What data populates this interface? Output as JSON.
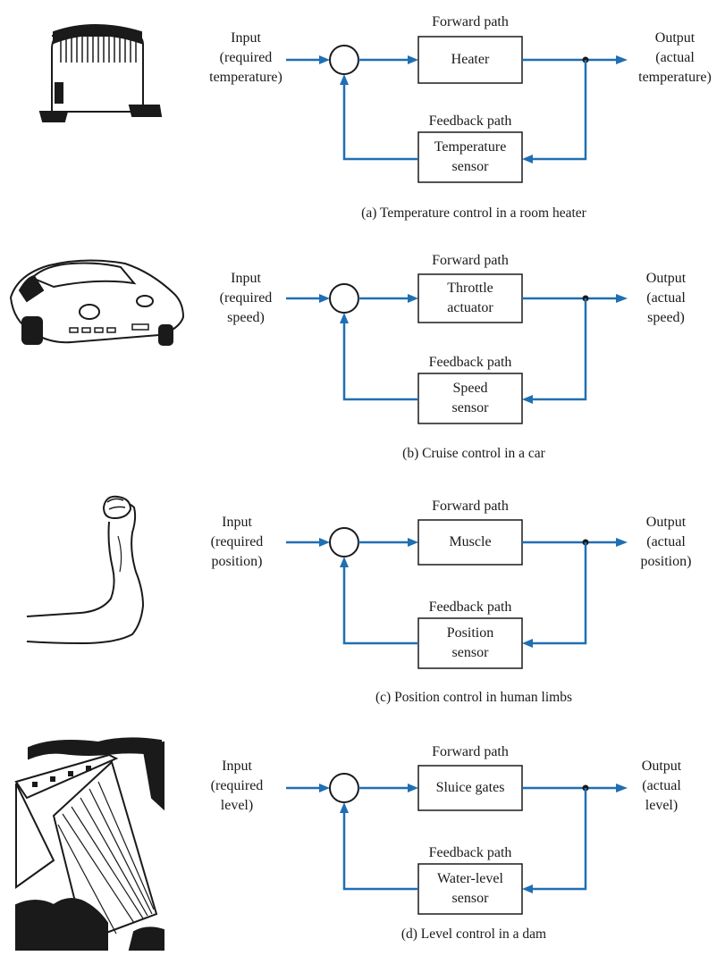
{
  "colors": {
    "signal": "#1f6fb3",
    "line": "#1a1a1a",
    "block_fill": "#ffffff"
  },
  "panels": [
    {
      "illustration": "room-heater-illustration",
      "input": [
        "Input",
        "(required",
        "temperature)"
      ],
      "forward_label": "Forward path",
      "forward_block": [
        "Heater"
      ],
      "feedback_label": "Feedback path",
      "feedback_block": [
        "Temperature",
        "sensor"
      ],
      "output": [
        "Output",
        "(actual",
        "temperature)"
      ],
      "caption": "(a) Temperature control in a room heater"
    },
    {
      "illustration": "car-illustration",
      "input": [
        "Input",
        "(required",
        "speed)"
      ],
      "forward_label": "Forward path",
      "forward_block": [
        "Throttle",
        "actuator"
      ],
      "feedback_label": "Feedback path",
      "feedback_block": [
        "Speed",
        "sensor"
      ],
      "output": [
        "Output",
        "(actual",
        "speed)"
      ],
      "caption": "(b) Cruise control in a car"
    },
    {
      "illustration": "arm-illustration",
      "input": [
        "Input",
        "(required",
        "position)"
      ],
      "forward_label": "Forward path",
      "forward_block": [
        "Muscle"
      ],
      "feedback_label": "Feedback path",
      "feedback_block": [
        "Position",
        "sensor"
      ],
      "output": [
        "Output",
        "(actual",
        "position)"
      ],
      "caption": "(c) Position control in human limbs"
    },
    {
      "illustration": "dam-illustration",
      "input": [
        "Input",
        "(required",
        "level)"
      ],
      "forward_label": "Forward path",
      "forward_block": [
        "Sluice gates"
      ],
      "feedback_label": "Feedback path",
      "feedback_block": [
        "Water-level",
        "sensor"
      ],
      "output": [
        "Output",
        "(actual",
        "level)"
      ],
      "caption": "(d) Level control in a dam"
    }
  ]
}
